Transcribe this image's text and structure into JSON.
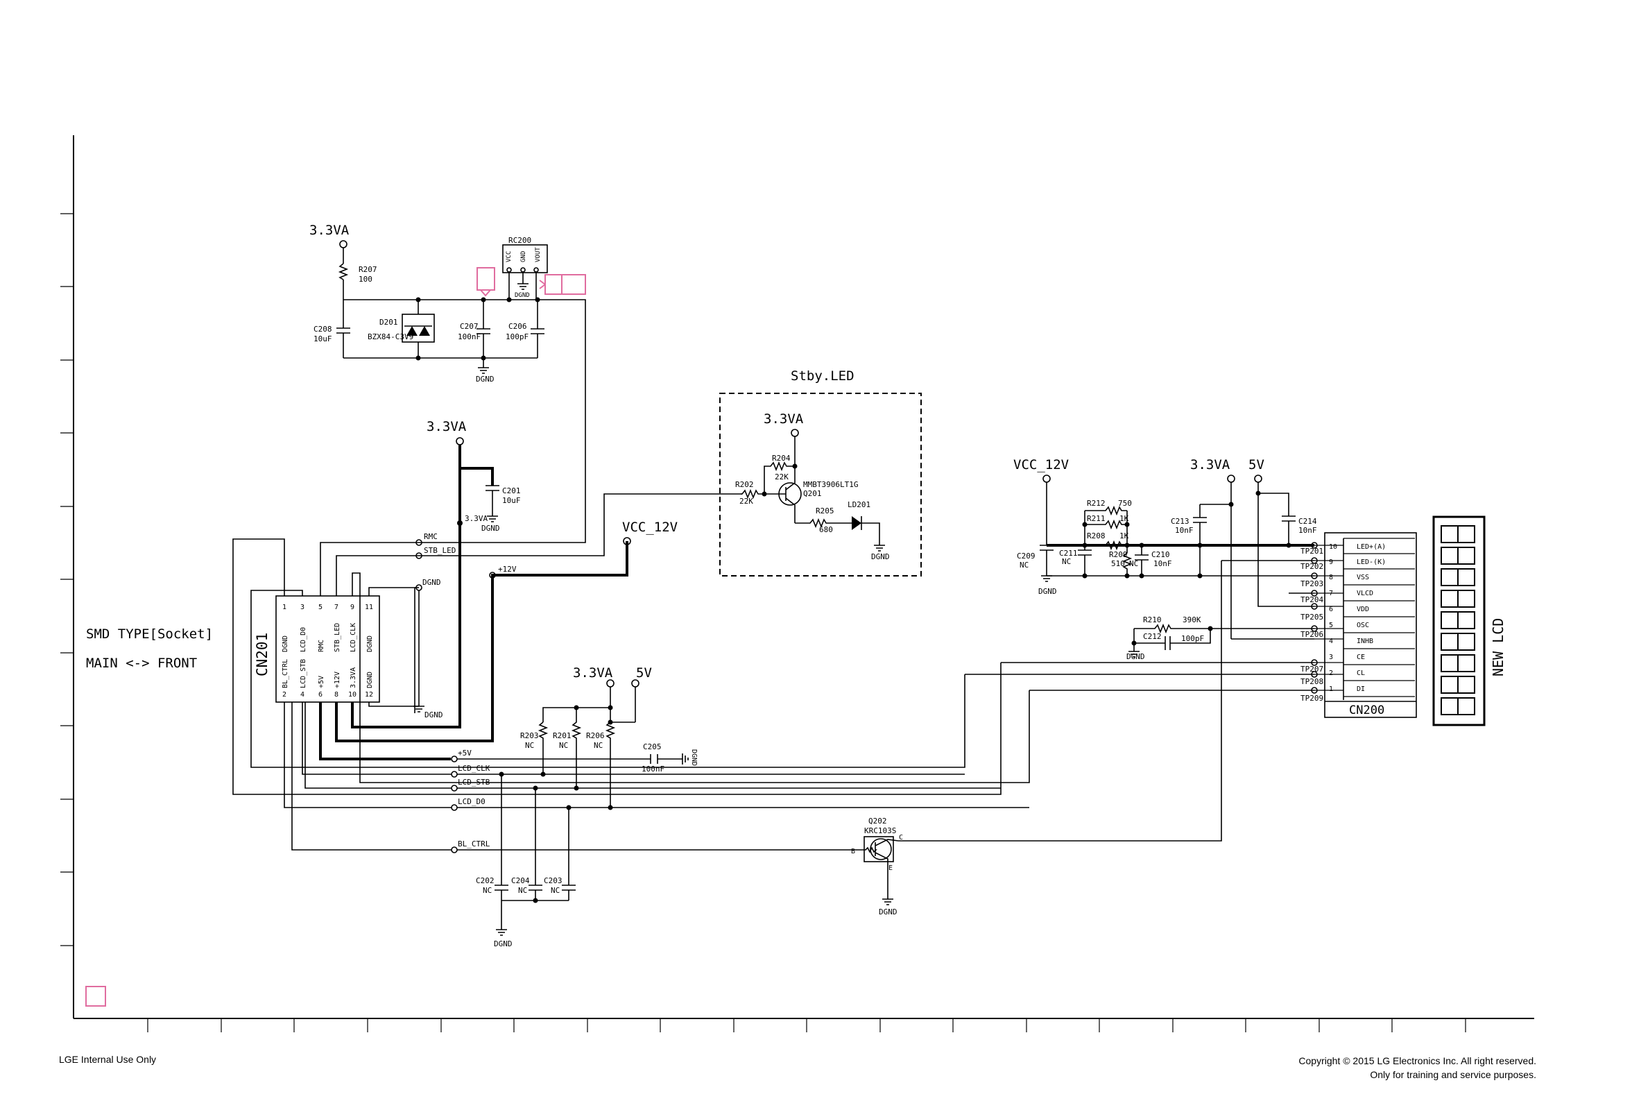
{
  "footer": {
    "left": "LGE Internal Use Only",
    "copyright": "Copyright © 2015 LG Electronics Inc. All right reserved.",
    "training": "Only for training and service purposes."
  },
  "colors": {
    "line": "#000000",
    "no_connect_marker": "#e06c9f"
  },
  "rails": {
    "v3_3a": "3.3VA",
    "v5": "5V",
    "vcc12": "VCC_12V",
    "gnd": "DGND"
  },
  "side_text": {
    "line1": "SMD TYPE[Socket]",
    "line2": "MAIN <-> FRONT"
  },
  "standby": {
    "title": "Stby.LED"
  },
  "parts": {
    "r207": {
      "ref": "R207",
      "val": "100"
    },
    "c208": {
      "ref": "C208",
      "val": "10uF"
    },
    "d201": {
      "ref": "D201",
      "val": "BZX84-C3V9"
    },
    "c207": {
      "ref": "C207",
      "val": "100nF"
    },
    "c206": {
      "ref": "C206",
      "val": "100pF"
    },
    "rc200": {
      "ref": "RC200",
      "pins": [
        "VCC",
        "GND",
        "VOUT"
      ]
    },
    "c201": {
      "ref": "C201",
      "val": "10uF"
    },
    "r202": {
      "ref": "R202",
      "val": "22K"
    },
    "r204": {
      "ref": "R204",
      "val": "22K"
    },
    "q201": {
      "ref": "Q201",
      "val": "MMBT3906LT1G"
    },
    "r205": {
      "ref": "R205",
      "val": "680"
    },
    "ld201": {
      "ref": "LD201"
    },
    "r212": {
      "ref": "R212",
      "val": "750"
    },
    "r211": {
      "ref": "R211",
      "val": "1K"
    },
    "r208": {
      "ref": "R208",
      "val": "1K"
    },
    "r209": {
      "ref": "R209",
      "val": "510"
    },
    "c209": {
      "ref": "C209",
      "val": "NC"
    },
    "c211": {
      "ref": "C211",
      "val": "NC"
    },
    "c210": {
      "ref": "C210",
      "val": "10nF"
    },
    "c213": {
      "ref": "C213",
      "val": "10nF"
    },
    "c214": {
      "ref": "C214",
      "val": "10nF"
    },
    "r210": {
      "ref": "R210",
      "val": "390K"
    },
    "c212": {
      "ref": "C212",
      "val": "100pF"
    },
    "r203": {
      "ref": "R203",
      "val": "NC"
    },
    "r201": {
      "ref": "R201",
      "val": "NC"
    },
    "r206": {
      "ref": "R206",
      "val": "NC"
    },
    "c205": {
      "ref": "C205",
      "val": "100nF"
    },
    "c202": {
      "ref": "C202",
      "val": "NC"
    },
    "c204": {
      "ref": "C204",
      "val": "NC"
    },
    "c203": {
      "ref": "C203",
      "val": "NC"
    },
    "q202": {
      "ref": "Q202",
      "val": "KRC103S"
    },
    "q202_pins": {
      "b": "B",
      "c": "C",
      "e": "E"
    },
    "nc": "NC"
  },
  "cn201": {
    "ref": "CN201",
    "top_pins": [
      "1",
      "3",
      "5",
      "7",
      "9",
      "11"
    ],
    "top_names": [
      "DGND",
      "LCD_D0",
      "RMC",
      "STB_LED",
      "LCD_CLK",
      "DGND"
    ],
    "bottom_pins": [
      "2",
      "4",
      "6",
      "8",
      "10",
      "12"
    ],
    "bottom_names": [
      "BL_CTRL",
      "LCD_STB",
      "+5V",
      "+12V",
      "3.3VA",
      "DGND"
    ]
  },
  "nets": {
    "rmc": "RMC",
    "stb_led": "STB_LED",
    "dgnd": "DGND",
    "p12v": "+12V",
    "p3v3a": "3.3VA",
    "p5v": "+5V",
    "lcd_clk": "LCD_CLK",
    "lcd_stb": "LCD_STB",
    "lcd_d0": "LCD_D0",
    "bl_ctrl": "BL_CTRL"
  },
  "cn200": {
    "ref": "CN200",
    "pins": [
      "10",
      "9",
      "8",
      "7",
      "6",
      "5",
      "4",
      "3",
      "2",
      "1"
    ],
    "names": [
      "LED+(A)",
      "LED-(K)",
      "VSS",
      "VLCD",
      "VDD",
      "OSC",
      "INHB",
      "CE",
      "CL",
      "DI"
    ]
  },
  "testpoints": [
    "TP201",
    "TP202",
    "TP203",
    "TP204",
    "TP205",
    "TP206",
    "TP207",
    "TP208",
    "TP209"
  ],
  "lcd": {
    "label": "NEW LCD"
  }
}
